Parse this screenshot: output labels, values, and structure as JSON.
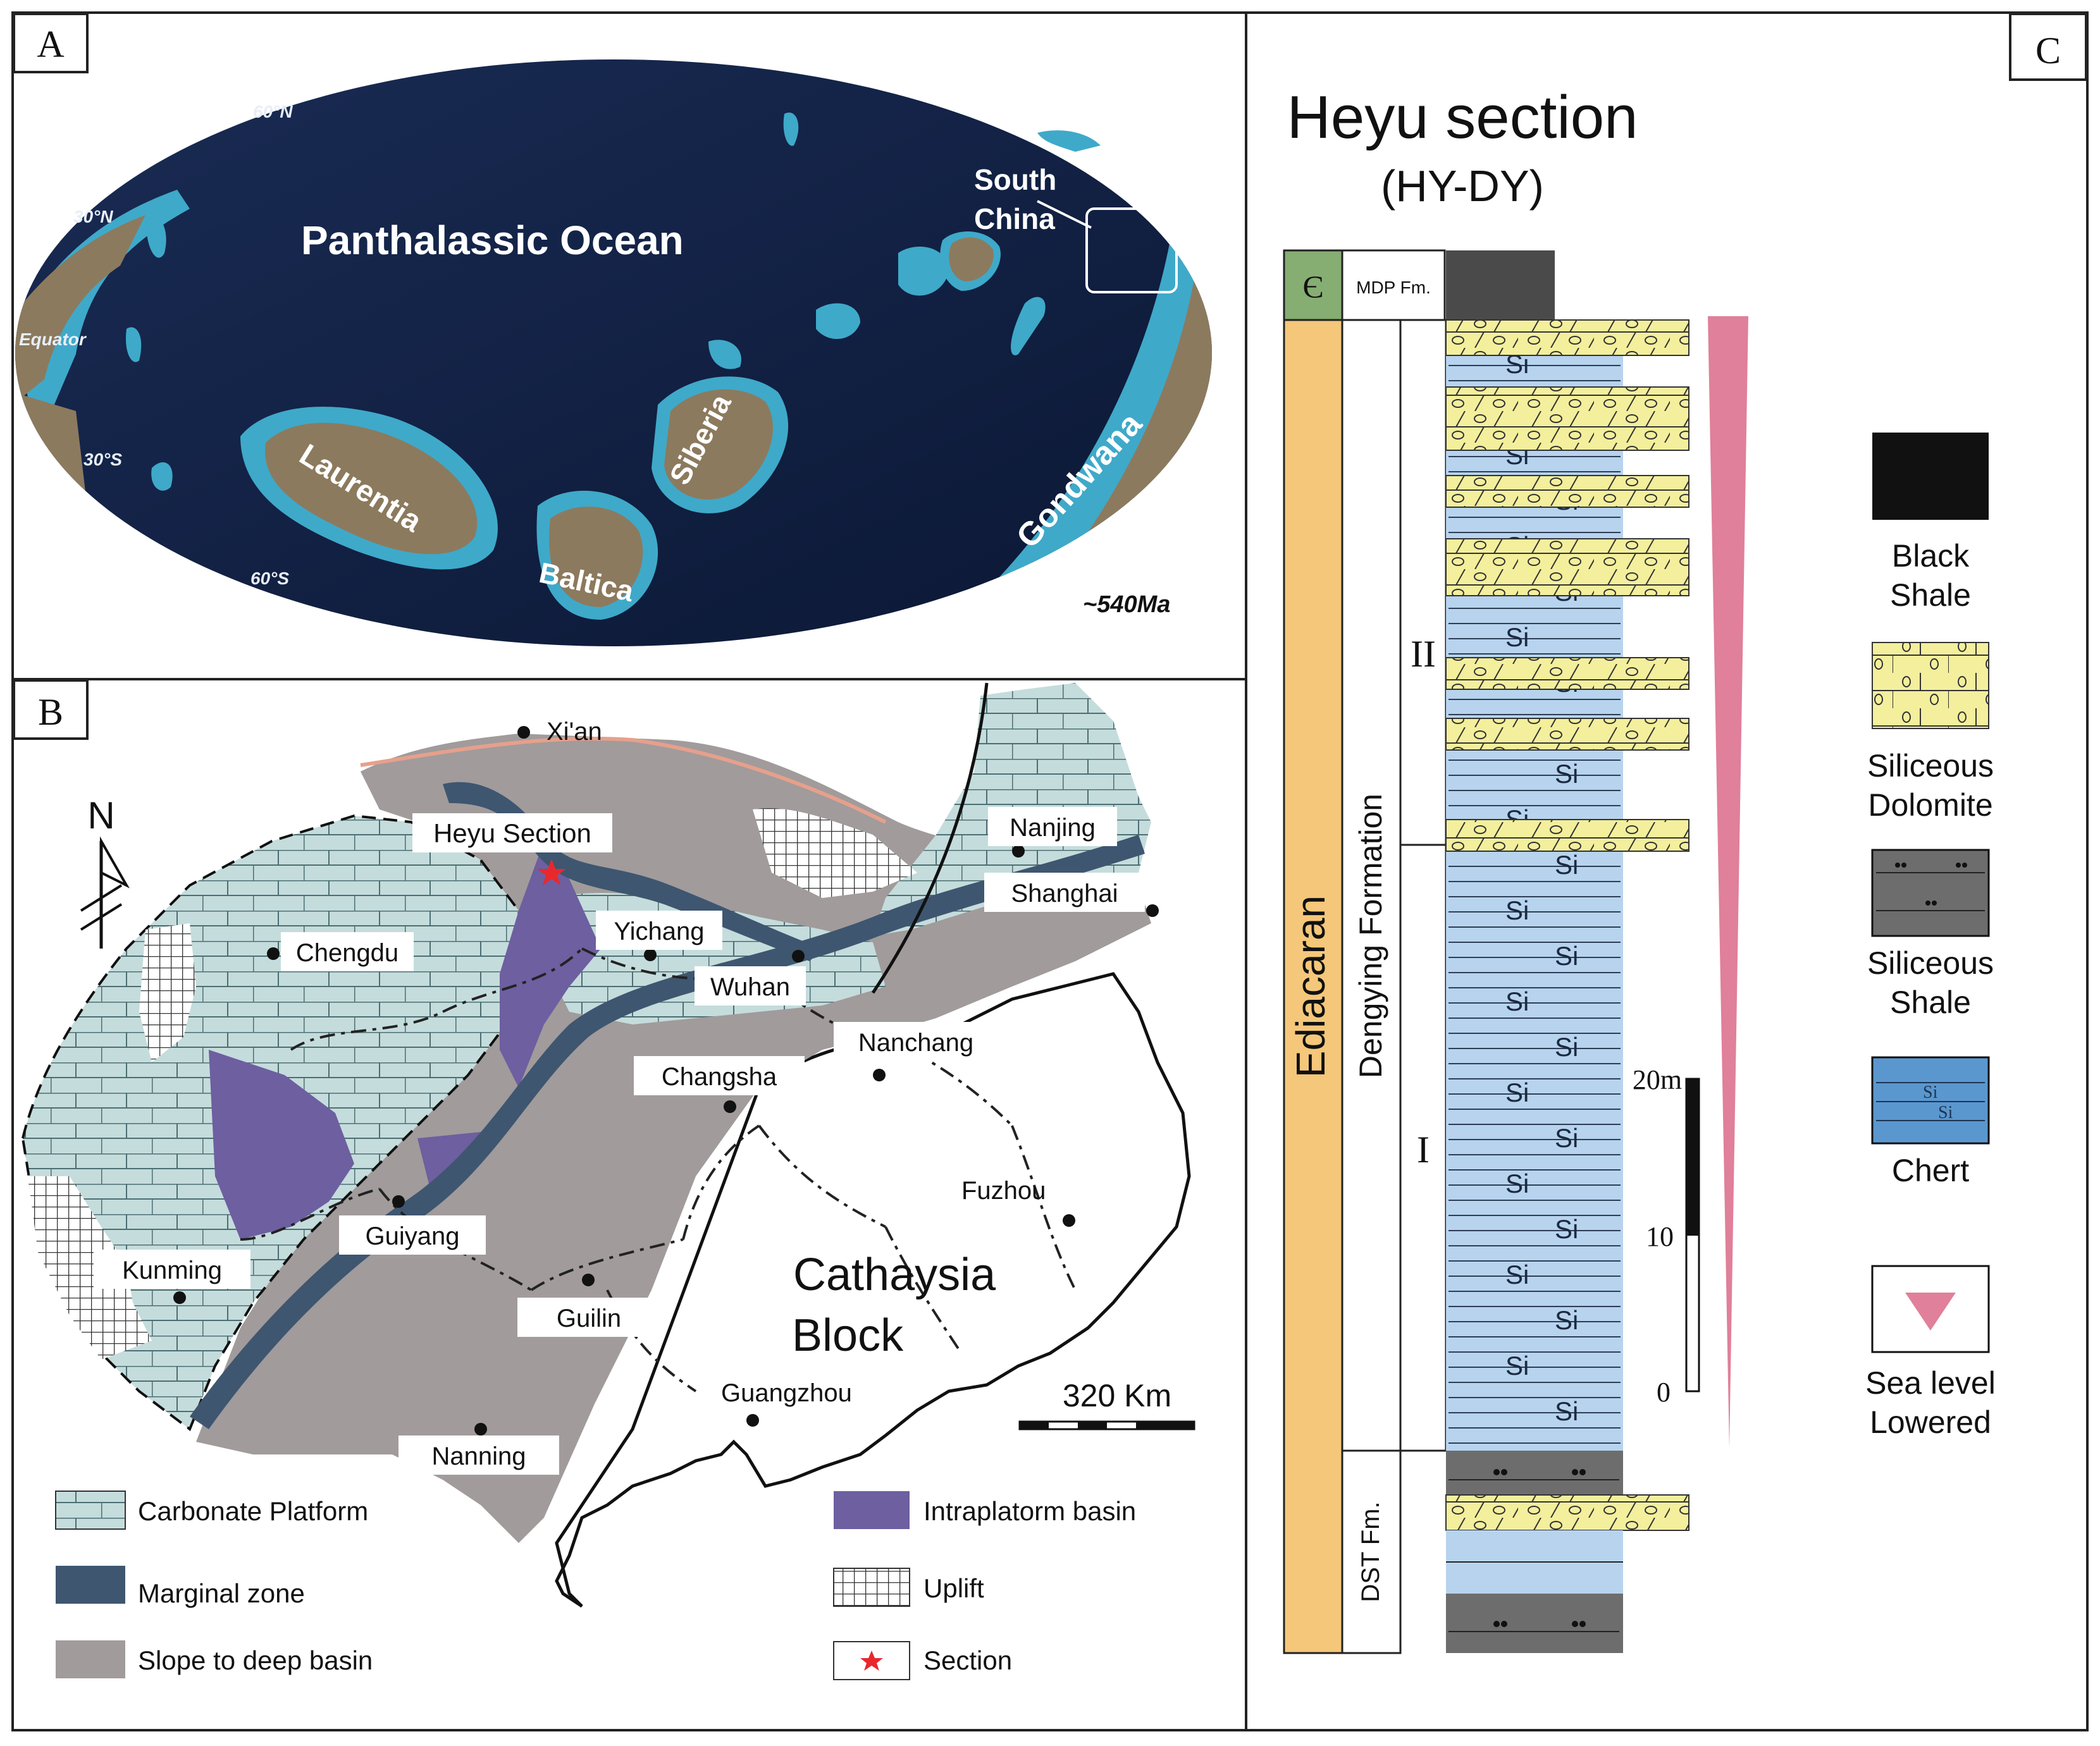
{
  "panels": {
    "a": {
      "letter": "A",
      "ocean_label": "Panthalassic Ocean",
      "region_label_line1": "South",
      "region_label_line2": "China",
      "continents": [
        "Laurentia",
        "Siberia",
        "Baltica",
        "Gondwana"
      ],
      "latitudes": [
        "60°N",
        "30°N",
        "Equator",
        "30°S",
        "60°S"
      ],
      "age": "~540Ma"
    },
    "b": {
      "letter": "B",
      "north_letter": "N",
      "section_label": "Heyu Section",
      "cities_boxed": [
        "Chengdu",
        "Yichang",
        "Wuhan",
        "Nanjing",
        "Shanghai",
        "Nanchang",
        "Changsha",
        "Guiyang",
        "Kunming",
        "Guilin",
        "Nanning"
      ],
      "cities_plain": [
        "Xi'an",
        "Fuzhou",
        "Guangzhou"
      ],
      "block_line1": "Cathaysia",
      "block_line2": "Block",
      "scale_label": "320 Km",
      "legend": [
        {
          "label": "Carbonate Platform",
          "color": "#c5dcdc"
        },
        {
          "label": "Marginal zone",
          "color": "#3e5670"
        },
        {
          "label": "Slope to deep basin",
          "color": "#a19b9b"
        },
        {
          "label": "Intraplatorm basin",
          "color": "#6d5fa0"
        },
        {
          "label": "Uplift",
          "color": "#ffffff"
        },
        {
          "label": "Section",
          "color": "#e8282d"
        }
      ]
    },
    "c": {
      "letter": "C",
      "title": "Heyu section",
      "subtitle": "(HY-DY)",
      "system_cambrian": "Є",
      "system_ediacaran": "Ediacaran",
      "formations": [
        "MDP Fm.",
        "Dengying Formation",
        "DST Fm."
      ],
      "members": [
        "II",
        "I"
      ],
      "chert_symbol": "Si",
      "scale_ticks": [
        "20m",
        "10",
        "0"
      ],
      "legend": [
        {
          "line1": "Black",
          "line2": "Shale",
          "color": "#111111"
        },
        {
          "line1": "Siliceous",
          "line2": "Dolomite",
          "color": "#f3ef9c"
        },
        {
          "line1": "Siliceous",
          "line2": "Shale",
          "color": "#6d6d6d"
        },
        {
          "line1": "Chert",
          "line2": "",
          "color": "#5b97cf"
        },
        {
          "line1": "Sea level",
          "line2": "Lowered",
          "color": "#e0809a"
        }
      ]
    }
  },
  "colors": {
    "ocean": "#0d1b3d",
    "shelf": "#3fa9c9",
    "land": "#8c7a5e",
    "platform": "#c5dcdc",
    "margin": "#3e5670",
    "slope": "#a19b9b",
    "intrabasin": "#6d5fa0",
    "chert": "#b7d3ee",
    "dolomite": "#f3ef9c",
    "ediacaran": "#f4c77a",
    "cambrian": "#86ad72",
    "sealevel": "#e0809a"
  }
}
